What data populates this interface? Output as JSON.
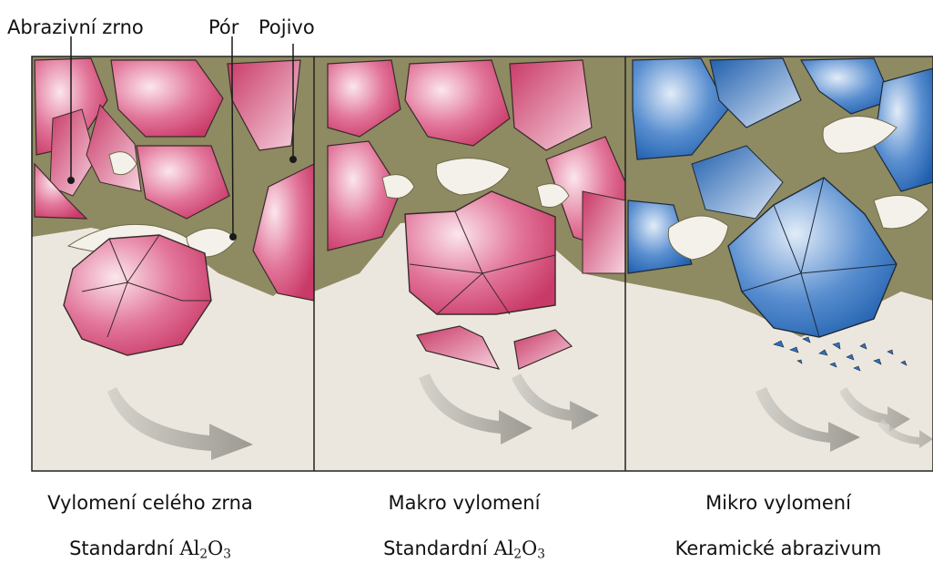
{
  "callouts": {
    "grain": "Abrazivní zrno",
    "pore": "Pór",
    "bond": "Pojivo"
  },
  "panels": [
    {
      "title": "Vylomení celého zrna",
      "material_prefix": "Standardní ",
      "formula": {
        "a": "Al",
        "a_sub": "2",
        "b": "O",
        "b_sub": "3"
      },
      "grain_color": "#d94f7a"
    },
    {
      "title": "Makro vylomení",
      "material_prefix": "Standardní ",
      "formula": {
        "a": "Al",
        "a_sub": "2",
        "b": "O",
        "b_sub": "3"
      },
      "grain_color": "#d94f7a"
    },
    {
      "title": "Mikro vylomení",
      "material": "Keramické abrazivum",
      "grain_color": "#2f6fbf"
    }
  ],
  "colors": {
    "panel_bg": "#ece7de",
    "bond": "#8e8a62",
    "pink_grain": "#d94f7a",
    "blue_grain": "#2f6fbf",
    "arrow": "#a9a6a0"
  }
}
